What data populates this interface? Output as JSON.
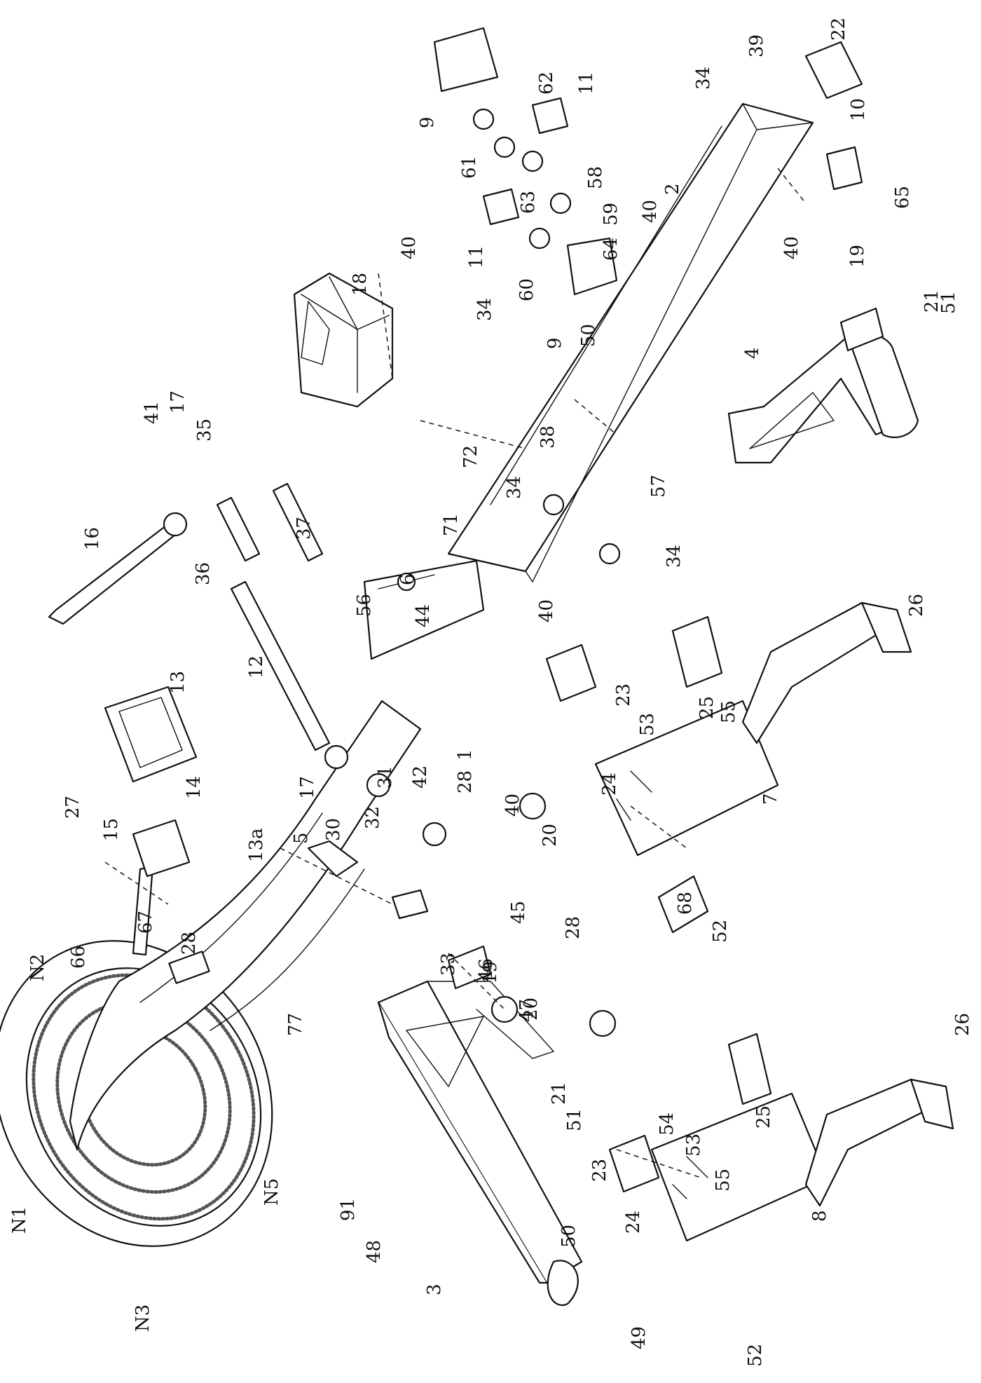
{
  "diagram": {
    "labels": [
      {
        "id": "p1",
        "text": "1"
      },
      {
        "id": "p2",
        "text": "2"
      },
      {
        "id": "p3",
        "text": "3"
      },
      {
        "id": "p4",
        "text": "4"
      },
      {
        "id": "p5",
        "text": "5"
      },
      {
        "id": "p6",
        "text": "6"
      },
      {
        "id": "p7",
        "text": "7"
      },
      {
        "id": "p8",
        "text": "8"
      },
      {
        "id": "p9a",
        "text": "9"
      },
      {
        "id": "p9b",
        "text": "9"
      },
      {
        "id": "p10",
        "text": "10"
      },
      {
        "id": "p11a",
        "text": "11"
      },
      {
        "id": "p11b",
        "text": "11"
      },
      {
        "id": "p12",
        "text": "12"
      },
      {
        "id": "p13",
        "text": "13"
      },
      {
        "id": "p13a",
        "text": "13a"
      },
      {
        "id": "p14",
        "text": "14"
      },
      {
        "id": "p15",
        "text": "15"
      },
      {
        "id": "p16",
        "text": "16"
      },
      {
        "id": "p17a",
        "text": "17"
      },
      {
        "id": "p17b",
        "text": "17"
      },
      {
        "id": "p18",
        "text": "18"
      },
      {
        "id": "p19a",
        "text": "19"
      },
      {
        "id": "p19b",
        "text": "19"
      },
      {
        "id": "p20a",
        "text": "20"
      },
      {
        "id": "p20b",
        "text": "20"
      },
      {
        "id": "p21a",
        "text": "21"
      },
      {
        "id": "p21b",
        "text": "21"
      },
      {
        "id": "p22",
        "text": "22"
      },
      {
        "id": "p23a",
        "text": "23"
      },
      {
        "id": "p23b",
        "text": "23"
      },
      {
        "id": "p24a",
        "text": "24"
      },
      {
        "id": "p24b",
        "text": "24"
      },
      {
        "id": "p25a",
        "text": "25"
      },
      {
        "id": "p25b",
        "text": "25"
      },
      {
        "id": "p26a",
        "text": "26"
      },
      {
        "id": "p26b",
        "text": "26"
      },
      {
        "id": "p27",
        "text": "27"
      },
      {
        "id": "p28a",
        "text": "28"
      },
      {
        "id": "p28b",
        "text": "28"
      },
      {
        "id": "p28c",
        "text": "28"
      },
      {
        "id": "p30",
        "text": "30"
      },
      {
        "id": "p31",
        "text": "31"
      },
      {
        "id": "p32",
        "text": "32"
      },
      {
        "id": "p33",
        "text": "33"
      },
      {
        "id": "p34a",
        "text": "34"
      },
      {
        "id": "p34b",
        "text": "34"
      },
      {
        "id": "p34c",
        "text": "34"
      },
      {
        "id": "p34d",
        "text": "34"
      },
      {
        "id": "p35",
        "text": "35"
      },
      {
        "id": "p36",
        "text": "36"
      },
      {
        "id": "p37",
        "text": "37"
      },
      {
        "id": "p38",
        "text": "38"
      },
      {
        "id": "p39",
        "text": "39"
      },
      {
        "id": "p40a",
        "text": "40"
      },
      {
        "id": "p40b",
        "text": "40"
      },
      {
        "id": "p40c",
        "text": "40"
      },
      {
        "id": "p40d",
        "text": "40"
      },
      {
        "id": "p40e",
        "text": "40"
      },
      {
        "id": "p41",
        "text": "41"
      },
      {
        "id": "p42",
        "text": "42"
      },
      {
        "id": "p44",
        "text": "44"
      },
      {
        "id": "p45",
        "text": "45"
      },
      {
        "id": "p46",
        "text": "46"
      },
      {
        "id": "p47",
        "text": "47"
      },
      {
        "id": "p48",
        "text": "48"
      },
      {
        "id": "p49",
        "text": "49"
      },
      {
        "id": "p50a",
        "text": "50"
      },
      {
        "id": "p50b",
        "text": "50"
      },
      {
        "id": "p51a",
        "text": "51"
      },
      {
        "id": "p51b",
        "text": "51"
      },
      {
        "id": "p52a",
        "text": "52"
      },
      {
        "id": "p52b",
        "text": "52"
      },
      {
        "id": "p53a",
        "text": "53"
      },
      {
        "id": "p53b",
        "text": "53"
      },
      {
        "id": "p54",
        "text": "54"
      },
      {
        "id": "p55a",
        "text": "55"
      },
      {
        "id": "p55b",
        "text": "55"
      },
      {
        "id": "p56",
        "text": "56"
      },
      {
        "id": "p57",
        "text": "57"
      },
      {
        "id": "p58",
        "text": "58"
      },
      {
        "id": "p59",
        "text": "59"
      },
      {
        "id": "p60",
        "text": "60"
      },
      {
        "id": "p61",
        "text": "61"
      },
      {
        "id": "p62",
        "text": "62"
      },
      {
        "id": "p63",
        "text": "63"
      },
      {
        "id": "p64",
        "text": "64"
      },
      {
        "id": "p65",
        "text": "65"
      },
      {
        "id": "p66",
        "text": "66"
      },
      {
        "id": "p67",
        "text": "67"
      },
      {
        "id": "p68",
        "text": "68"
      },
      {
        "id": "p71",
        "text": "71"
      },
      {
        "id": "p72",
        "text": "72"
      },
      {
        "id": "p77",
        "text": "77"
      },
      {
        "id": "p91",
        "text": "91"
      },
      {
        "id": "pN1",
        "text": "N1"
      },
      {
        "id": "pN2",
        "text": "N2"
      },
      {
        "id": "pN3",
        "text": "N3"
      },
      {
        "id": "pN5",
        "text": "N5"
      }
    ]
  }
}
